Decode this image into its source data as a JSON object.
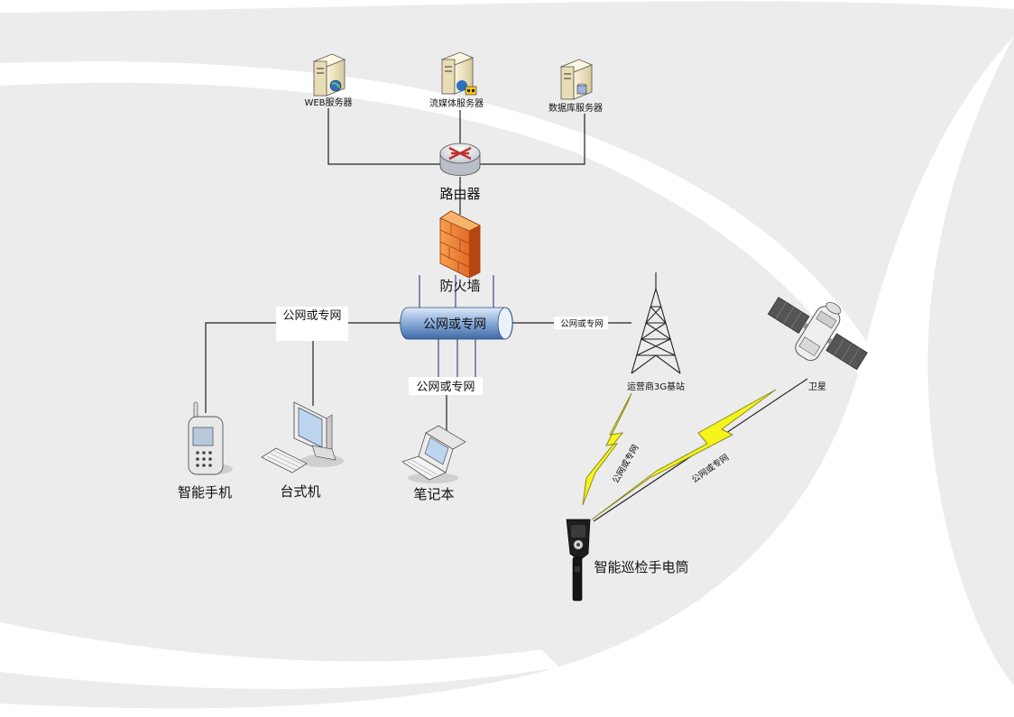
{
  "nodes": {
    "web_server": "WEB服务器",
    "media_server": "流媒体服务器",
    "db_server": "数据库服务器",
    "router": "路由器",
    "firewall": "防火墙",
    "network": "公网或专网",
    "phone": "智能手机",
    "desktop": "台式机",
    "laptop": "笔记本",
    "base_station": "运营商3G基站",
    "satellite": "卫星",
    "flashlight": "智能巡检手电筒"
  },
  "links": {
    "left_label": "公网或专网",
    "laptop_label": "公网或专网",
    "tower_label": "公网或专网",
    "wireless_tower": "公网或专网",
    "wireless_satellite": "公网或专网"
  },
  "colors": {
    "background_band": "#ececec",
    "swoosh": "#ffffff",
    "line": "#222222",
    "lightning_fill": "#f5f51a",
    "lightning_stroke": "#8a8a20",
    "firewall": "#e8661f",
    "tube": "#6f95c9"
  }
}
